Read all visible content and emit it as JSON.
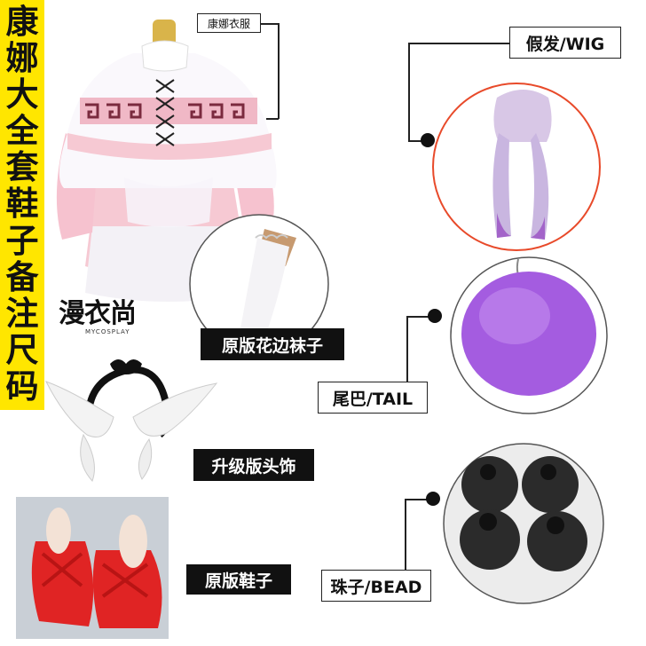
{
  "side_title": [
    "康",
    "娜",
    "大",
    "全",
    "套",
    "鞋",
    "子",
    "备",
    "注",
    "尺",
    "码"
  ],
  "labels": {
    "costume": "康娜衣服",
    "wig": "假发/WIG",
    "socks": "原版花边袜子",
    "tail": "尾巴/TAIL",
    "headband": "升级版头饰",
    "shoes": "原版鞋子",
    "bead": "珠子/BEAD"
  },
  "logo": {
    "text": "漫衣尚",
    "sub": "MYCOSPLAY"
  },
  "colors": {
    "sidebar": "#ffe600",
    "label_dark": "#111111",
    "tail": "#a45ce0",
    "wig": "#c9b6e0",
    "bead": "#2b2b2b",
    "shoes": "#e02424"
  }
}
